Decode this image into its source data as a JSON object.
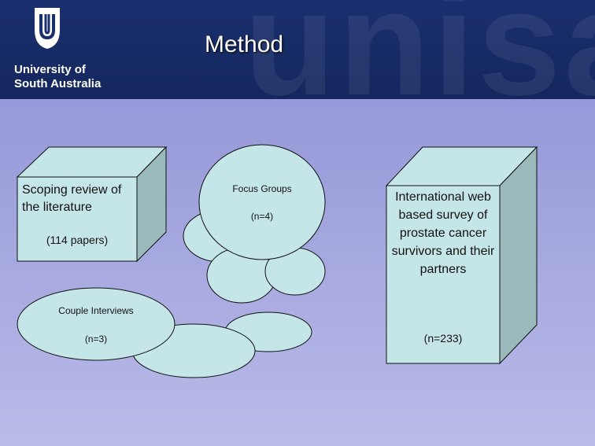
{
  "header": {
    "watermark": "unisa",
    "logo_line1": "University of",
    "logo_line2": "South Australia",
    "title": "Method"
  },
  "boxes": {
    "scoping": {
      "title": "Scoping review of the literature",
      "count": "(114 papers)"
    },
    "survey": {
      "title": "International web based survey of prostate cancer survivors and their partners",
      "count": "(n=233)"
    }
  },
  "ellipses": {
    "focus": {
      "label": "Focus Groups",
      "count": "(n=4)"
    },
    "couple": {
      "label": "Couple Interviews",
      "count": "(n=3)"
    }
  },
  "colors": {
    "header": "#1a2f6e",
    "shape_fill": "#c5e6e8",
    "shape_side": "#9ab9bb",
    "stroke": "#111111"
  }
}
